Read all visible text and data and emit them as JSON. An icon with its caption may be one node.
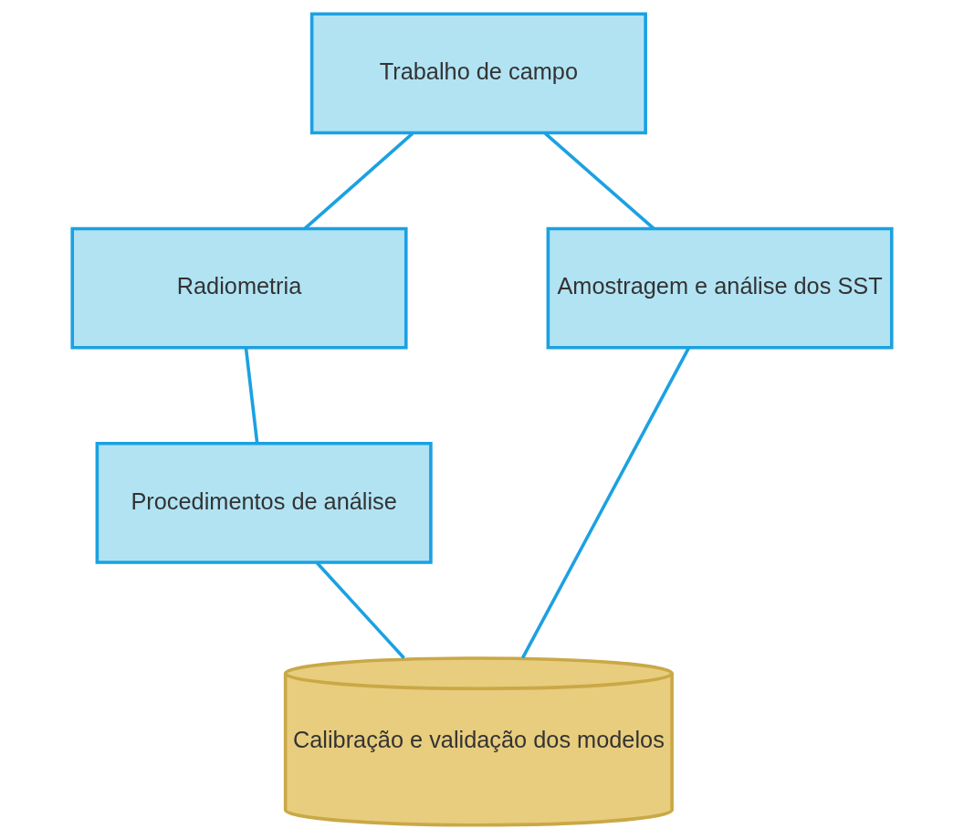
{
  "diagram": {
    "nodes": [
      {
        "text": [
          "Trabalho de campo"
        ]
      },
      {
        "text": [
          "Radiometria"
        ]
      },
      {
        "text": [
          "Amostragem e análise dos SST"
        ]
      },
      {
        "text": [
          "Procedimentos de análise"
        ]
      },
      {
        "text": [
          "Calibração e validação dos modelos"
        ]
      }
    ],
    "edges": [
      {
        "from": 0,
        "to": 1,
        "arrow": "none"
      },
      {
        "from": 0,
        "to": 2,
        "arrow": "none"
      },
      {
        "from": 1,
        "to": 3,
        "arrow": "none"
      },
      {
        "from": 3,
        "to": 4,
        "arrow": "none"
      },
      {
        "from": 2,
        "to": 4,
        "arrow": "none"
      }
    ]
  }
}
